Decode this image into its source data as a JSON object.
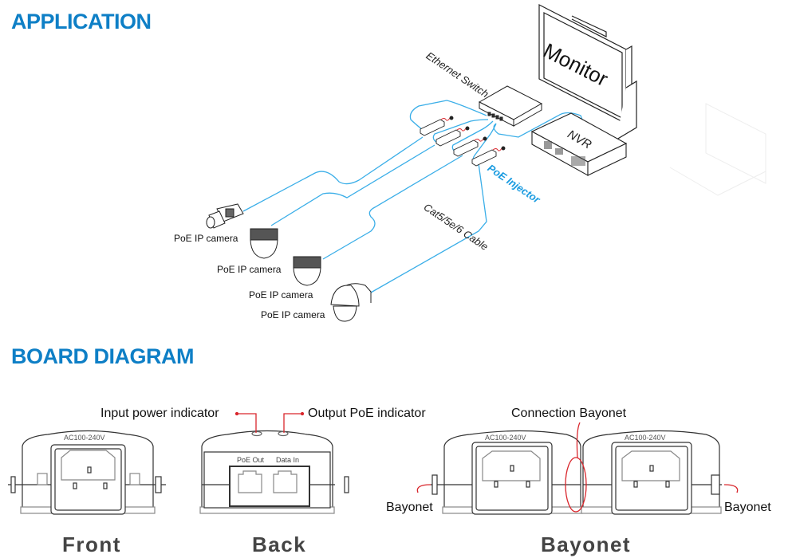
{
  "application": {
    "title": "APPLICATION",
    "devices": {
      "monitor": "Monitor",
      "nvr": "NVR",
      "switch": "Ethernet Switch",
      "injector": "PoE Injector",
      "cable": "Cat5/5e/6 Cable"
    },
    "cameras": [
      {
        "label": "PoE IP camera",
        "type": "bullet"
      },
      {
        "label": "PoE IP camera",
        "type": "dome"
      },
      {
        "label": "PoE IP camera",
        "type": "dome"
      },
      {
        "label": "PoE IP camera",
        "type": "ptz"
      }
    ],
    "colors": {
      "cable": "#3aaee8",
      "heading": "#0e7fc6",
      "injector_label": "#1a9be0",
      "indicator": "#d9262c"
    }
  },
  "board": {
    "title": "BOARD DIAGRAM",
    "front": {
      "caption": "Front",
      "rating": "AC100-240V"
    },
    "back": {
      "caption": "Back",
      "ports": [
        "PoE Out",
        "Data In"
      ],
      "input_indicator": "Input  power indicator",
      "output_indicator": "Output PoE indicator"
    },
    "bayonet": {
      "caption": "Bayonet",
      "rating": "AC100-240V",
      "connection_label": "Connection Bayonet",
      "left_label": "Bayonet",
      "right_label": "Bayonet"
    }
  }
}
